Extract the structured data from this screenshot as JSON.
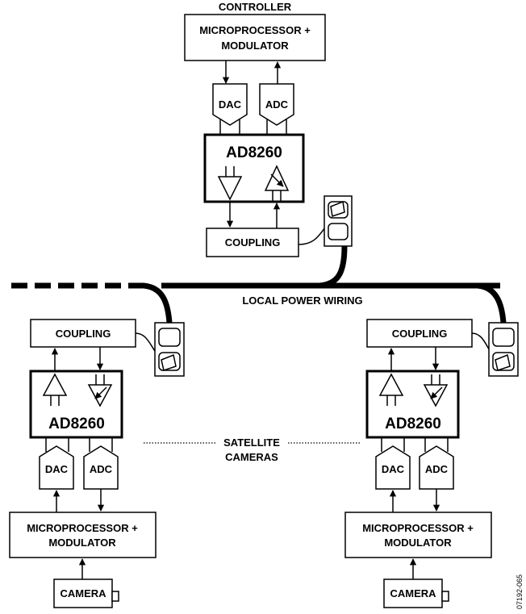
{
  "controller": {
    "heading": "CONTROLLER",
    "mcu_line1": "MICROPROCESSOR +",
    "mcu_line2": "MODULATOR",
    "dac": "DAC",
    "adc": "ADC",
    "chip": "AD8260",
    "coupling": "COUPLING"
  },
  "bus": {
    "label": "LOCAL POWER WIRING"
  },
  "satellite_left": {
    "coupling": "COUPLING",
    "chip": "AD8260",
    "dac": "DAC",
    "adc": "ADC",
    "mcu_line1": "MICROPROCESSOR +",
    "mcu_line2": "MODULATOR",
    "camera": "CAMERA"
  },
  "satellite_right": {
    "coupling": "COUPLING",
    "chip": "AD8260",
    "dac": "DAC",
    "adc": "ADC",
    "mcu_line1": "MICROPROCESSOR +",
    "mcu_line2": "MODULATOR",
    "camera": "CAMERA"
  },
  "satellite_label": {
    "line1": "SATELLITE",
    "line2": "CAMERAS"
  },
  "figure_id": "07192-065"
}
